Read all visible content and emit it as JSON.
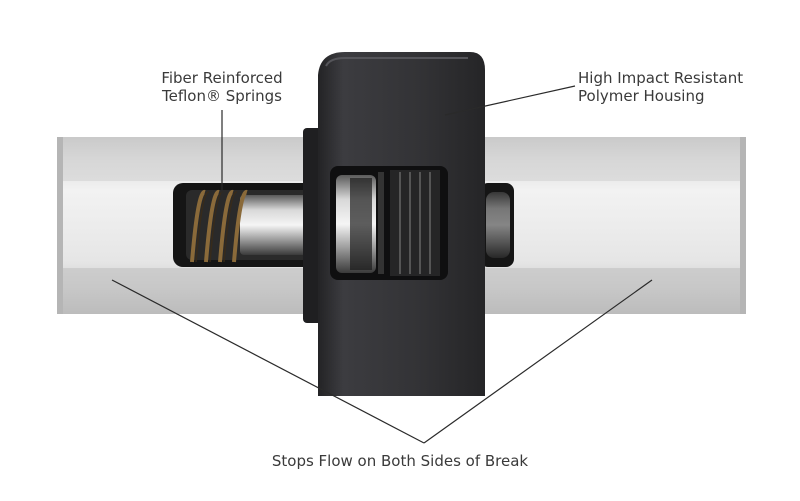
{
  "labels": {
    "springs": [
      "Fiber Reinforced",
      "Teflon® Springs"
    ],
    "housing": [
      "High Impact Resistant",
      "Polymer Housing"
    ],
    "stops": "Stops Flow on Both Sides of Break"
  },
  "colors": {
    "background": "#ffffff",
    "text": "#3a3a3a",
    "leader_line": "#2a2a2a",
    "housing": "#2b2b2d",
    "housing_highlight": "#444448",
    "aluminum": "#d9d9d9",
    "aluminum_light": "#efefef",
    "aluminum_dark": "#a9a9a9",
    "cavity": "#161616",
    "spring": "#8a6a3a",
    "chrome": "#bfbfbf"
  }
}
